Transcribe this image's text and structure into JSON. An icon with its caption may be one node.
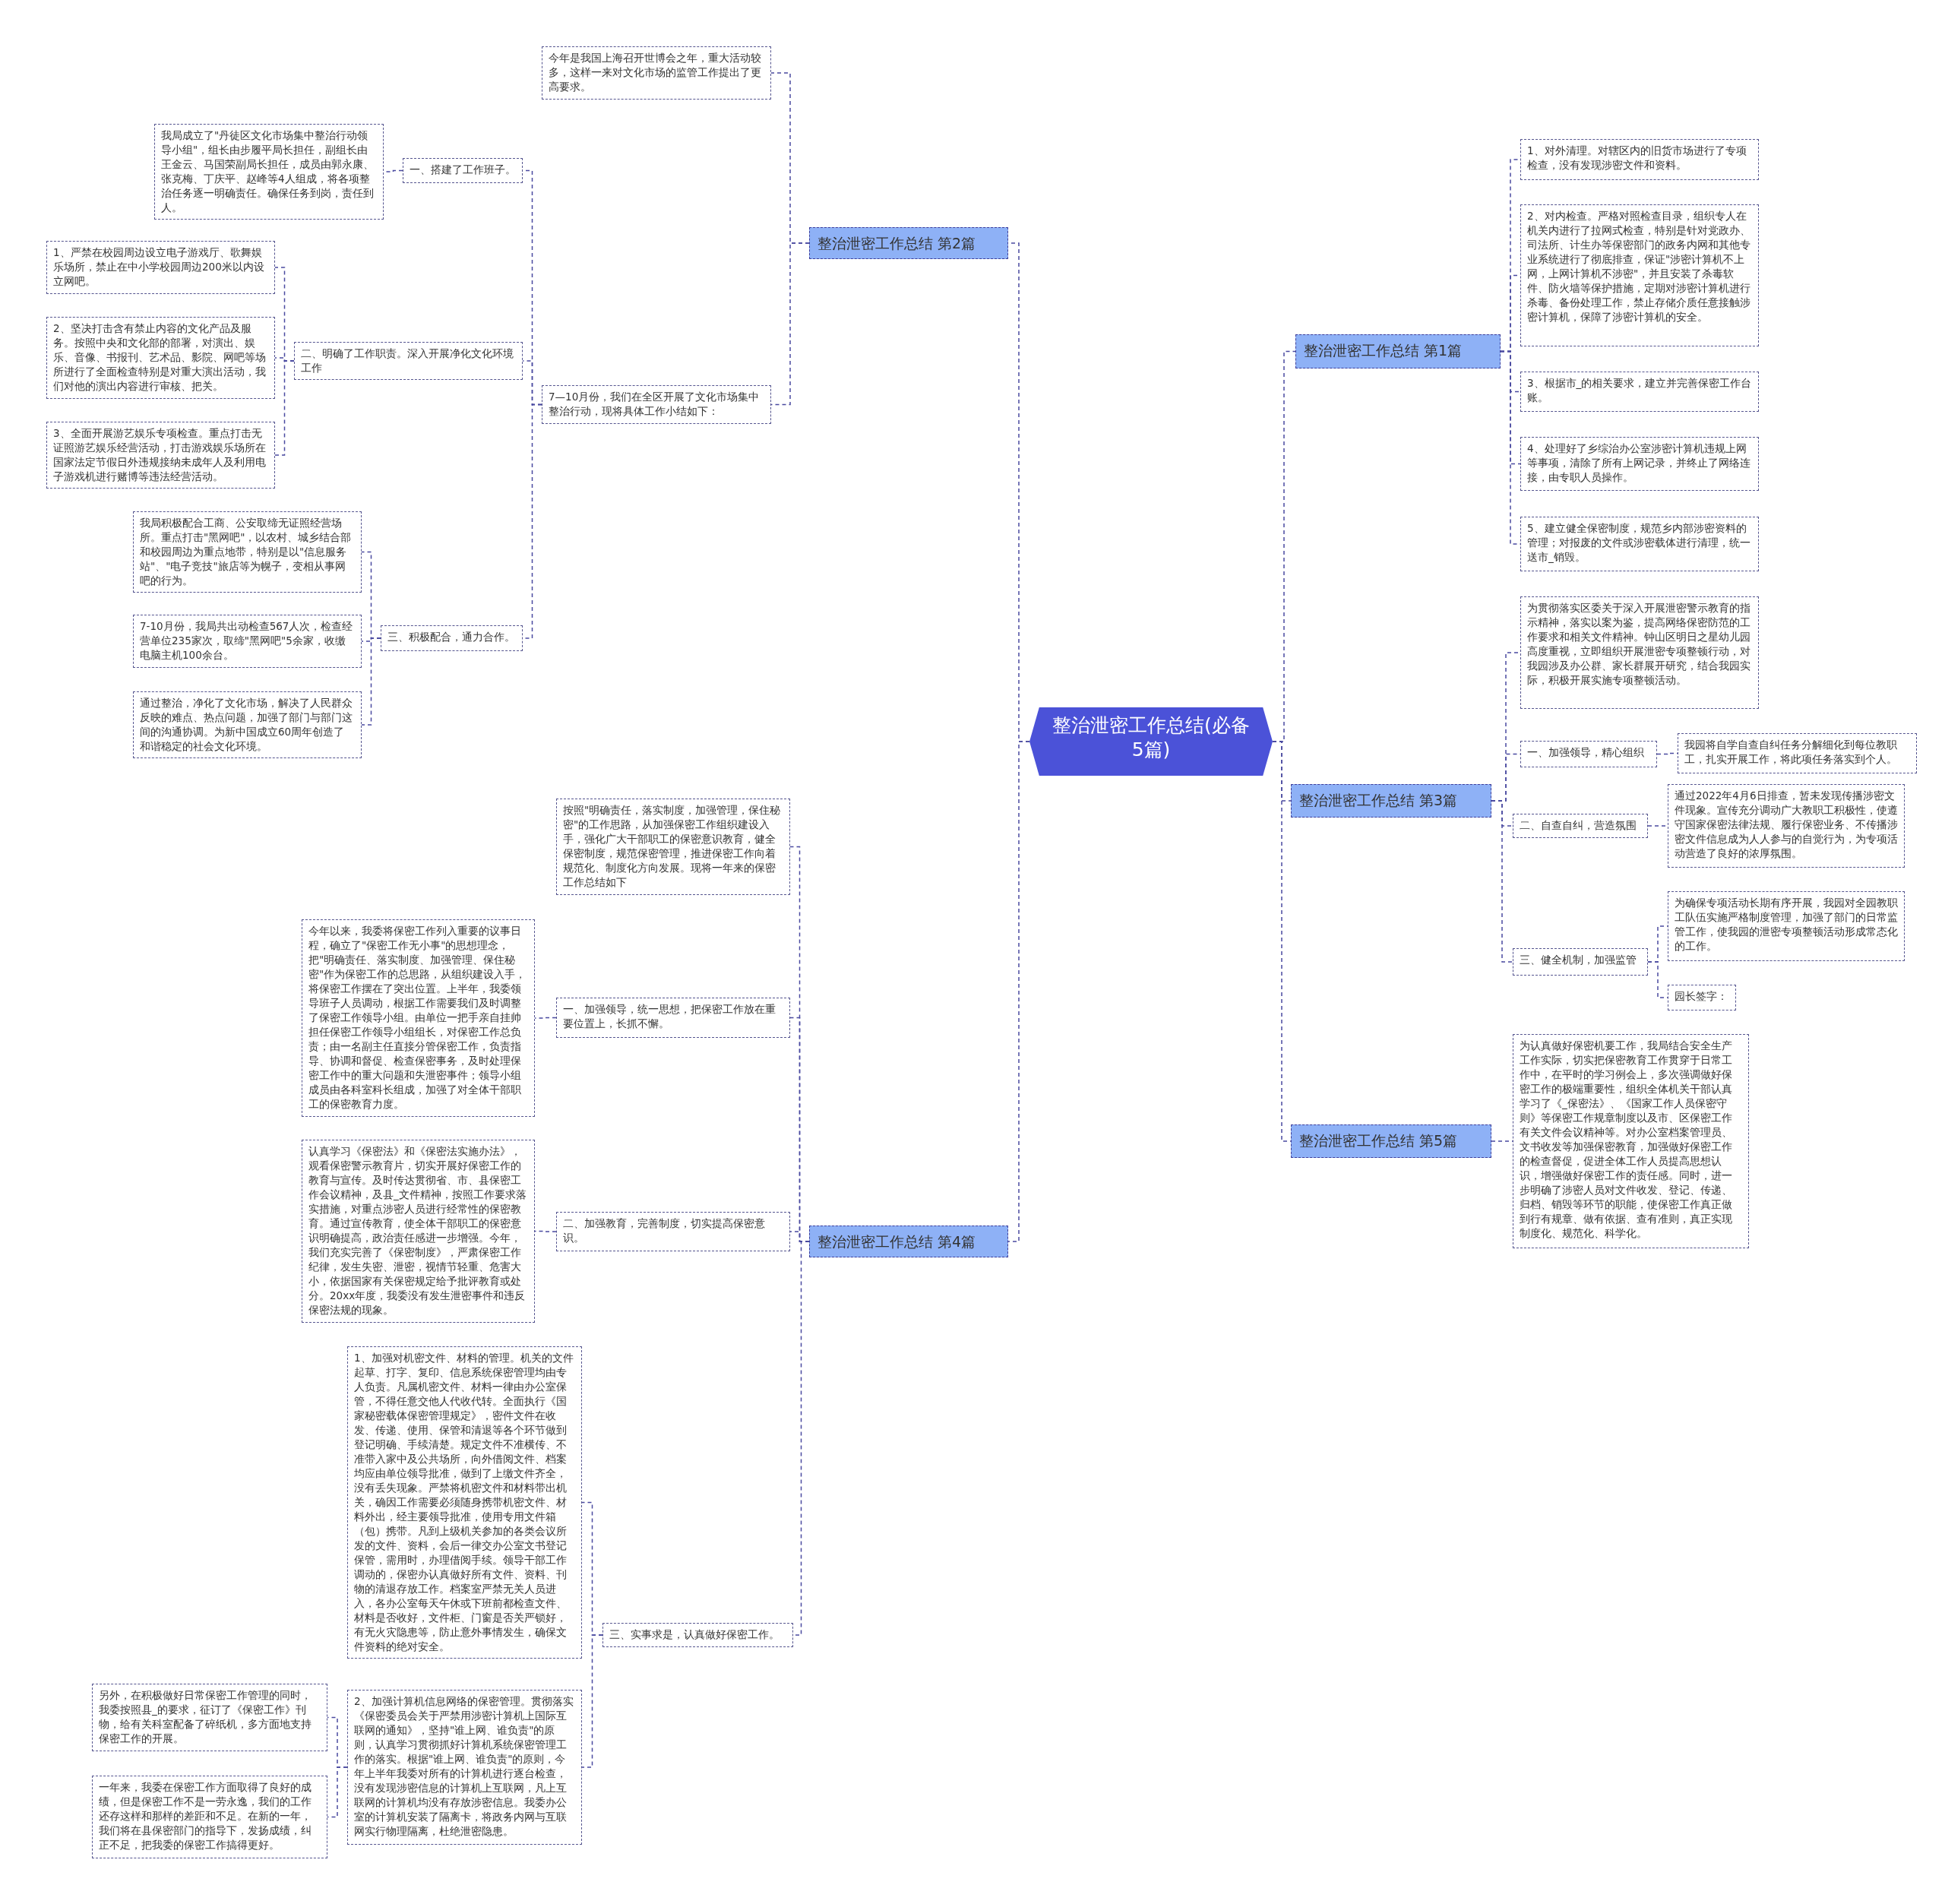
{
  "diagram": {
    "nodes": [
      {
        "text": [
          "整治泄密工作总结(必备5篇)"
        ]
      },
      {
        "text": [
          "整治泄密工作总结 第2篇"
        ]
      },
      {
        "text": [
          "今年是我国上海召开世博会之年，重大活动较多，这样一来对文化市场的监管工作提出了更高要求。"
        ]
      },
      {
        "text": [
          "7—10月份，我们在全区开展了文化市场集中整治行动，现将具体工作小结如下："
        ]
      },
      {
        "text": [
          "一、搭建了工作班子。"
        ]
      },
      {
        "text": [
          "我局成立了\"丹徒区文化市场集中整治行动领导小组\"，组长由步履平局长担任，副组长由王金云、马国荣副局长担任，成员由郭永康、张克梅、丁庆平、赵峰等4人组成，将各项整治任务逐一明确责任。确保任务到岗，责任到人。"
        ]
      },
      {
        "text": [
          "二、明确了工作职责。深入开展净化文化环境工作"
        ]
      },
      {
        "text": [
          "1、严禁在校园周边设立电子游戏厅、歌舞娱乐场所，禁止在中小学校园周边200米以内设立网吧。"
        ]
      },
      {
        "text": [
          "2、坚决打击含有禁止内容的文化产品及服务。按照中央和文化部的部署，对演出、娱乐、音像、书报刊、艺术品、影院、网吧等场所进行了全面检查特别是对重大演出活动，我们对他的演出内容进行审核、把关。"
        ]
      },
      {
        "text": [
          "3、全面开展游艺娱乐专项检查。重点打击无证照游艺娱乐经营活动，打击游戏娱乐场所在国家法定节假日外违规接纳未成年人及利用电子游戏机进行赌博等违法经营活动。"
        ]
      },
      {
        "text": [
          "三、积极配合，通力合作。"
        ]
      },
      {
        "text": [
          "我局积极配合工商、公安取缔无证照经营场所。重点打击\"黑网吧\"，以农村、城乡结合部和校园周边为重点地带，特别是以\"信息服务站\"、\"电子竞技\"旅店等为幌子，变相从事网吧的行为。"
        ]
      },
      {
        "text": [
          "7-10月份，我局共出动检查567人次，检查经营单位235家次，取缔\"黑网吧\"5余家，收缴电脑主机100余台。"
        ]
      },
      {
        "text": [
          "通过整治，净化了文化市场，解决了人民群众反映的难点、热点问题，加强了部门与部门这间的沟通协调。为新中国成立60周年创造了和谐稳定的社会文化环境。"
        ]
      },
      {
        "text": [
          "整治泄密工作总结 第4篇"
        ]
      },
      {
        "text": [
          "按照\"明确责任，落实制度，加强管理，保住秘密\"的工作思路，从加强保密工作组织建设入手，强化广大干部职工的保密意识教育，健全保密制度，规范保密管理，推进保密工作向着规范化、制度化方向发展。现将一年来的保密工作总结如下"
        ]
      },
      {
        "text": [
          "一、加强领导，统一思想，把保密工作放在重要位置上，长抓不懈。"
        ]
      },
      {
        "text": [
          "今年以来，我委将保密工作列入重要的议事日程，确立了\"保密工作无小事\"的思想理念，把\"明确责任、落实制度、加强管理、保住秘密\"作为保密工作的总思路，从组织建设入手，将保密工作摆在了突出位置。上半年，我委领导班子人员调动，根据工作需要我们及时调整了保密工作领导小组。由单位一把手亲自挂帅担任保密工作领导小组组长，对保密工作总负责；由一名副主任直接分管保密工作，负责指导、协调和督促、检查保密事务，及时处理保密工作中的重大问题和失泄密事件；领导小组成员由各科室科长组成，加强了对全体干部职工的保密教育力度。"
        ]
      },
      {
        "text": [
          "二、加强教育，完善制度，切实提高保密意识。"
        ]
      },
      {
        "text": [
          "认真学习《保密法》和《保密法实施办法》，观看保密警示教育片，切实开展好保密工作的教育与宣传。及时传达贯彻省、市、县保密工作会议精神，及县_文件精神，按照工作要求落实措施，对重点涉密人员进行经常性的保密教育。通过宣传教育，使全体干部职工的保密意识明确提高，政治责任感进一步增强。今年，我们充实完善了《保密制度》，严肃保密工作纪律，发生失密、泄密，视情节轻重、危害大小，依据国家有关保密规定给予批评教育或处分。20xx年度，我委没有发生泄密事件和违反保密法规的现象。"
        ]
      },
      {
        "text": [
          "三、实事求是，认真做好保密工作。"
        ]
      },
      {
        "text": [
          "1、加强对机密文件、材料的管理。机关的文件起草、打字、复印、信息系统保密管理均由专人负责。凡属机密文件、材料一律由办公室保管，不得任意交他人代收代转。全面执行《国家秘密载体保密管理规定》，密件文件在收发、传递、使用、保管和清退等各个环节做到登记明确、手续清楚。规定文件不准横传、不准带入家中及公共场所，向外借阅文件、档案均应由单位领导批准，做到了上缴文件齐全，没有丢失现象。严禁将机密文件和材料带出机关，确因工作需要必须随身携带机密文件、材料外出，经主要领导批准，使用专用文件箱（包）携带。凡到上级机关参加的各类会议所发的文件、资料，会后一律交办公室文书登记保管，需用时，办理借阅手续。领导干部工作调动的，保密办认真做好所有文件、资料、刊物的清退存放工作。档案室严禁无关人员进入，各办公室每天午休或下班前都检查文件、材料是否收好，文件柜、门窗是否关严锁好，有无火灾隐患等，防止意外事情发生，确保文件资料的绝对安全。"
        ]
      },
      {
        "text": [
          "2、加强计算机信息网络的保密管理。贯彻落实《保密委员会关于严禁用涉密计算机上国际互联网的通知》，坚持\"谁上网、谁负责\"的原则，认真学习贯彻抓好计算机系统保密管理工作的落实。根据\"谁上网、谁负责\"的原则，今年上半年我委对所有的计算机进行逐台检查，没有发现涉密信息的计算机上互联网，凡上互联网的计算机均没有存放涉密信息。我委办公室的计算机安装了隔离卡，将政务内网与互联网实行物理隔离，杜绝泄密隐患。"
        ]
      },
      {
        "text": [
          "另外，在积极做好日常保密工作管理的同时，我委按照县_的要求，征订了《保密工作》刊物，给有关科室配备了碎纸机，多方面地支持保密工作的开展。"
        ]
      },
      {
        "text": [
          "一年来，我委在保密工作方面取得了良好的成绩，但是保密工作不是一劳永逸，我们的工作还存这样和那样的差距和不足。在新的一年，我们将在县保密部门的指导下，发扬成绩，纠正不足，把我委的保密工作搞得更好。"
        ]
      },
      {
        "text": [
          "整治泄密工作总结 第1篇"
        ]
      },
      {
        "text": [
          "1、对外清理。对辖区内的旧货市场进行了专项检查，没有发现涉密文件和资料。"
        ]
      },
      {
        "text": [
          "2、对内检查。严格对照检查目录，组织专人在机关内进行了拉网式检查，特别是针对党政办、司法所、计生办等保密部门的政务内网和其他专业系统进行了彻底排查，保证\"涉密计算机不上网，上网计算机不涉密\"，并且安装了杀毒软件、防火墙等保护措施，定期对涉密计算机进行杀毒、备份处理工作，禁止存储介质任意接触涉密计算机，保障了涉密计算机的安全。"
        ]
      },
      {
        "text": [
          "3、根据市_的相关要求，建立并完善保密工作台账。"
        ]
      },
      {
        "text": [
          "4、处理好了乡综治办公室涉密计算机违规上网等事项，清除了所有上网记录，并终止了网络连接，由专职人员操作。"
        ]
      },
      {
        "text": [
          "5、建立健全保密制度，规范乡内部涉密资料的管理；对报废的文件或涉密载体进行清理，统一送市_销毁。"
        ]
      },
      {
        "text": [
          "整治泄密工作总结 第3篇"
        ]
      },
      {
        "text": [
          "为贯彻落实区委关于深入开展泄密警示教育的指示精神，落实以案为鉴，提高网络保密防范的工作要求和相关文件精神。钟山区明日之星幼儿园高度重视，立即组织开展泄密专项整顿行动，对我园涉及办公群、家长群展开研究，结合我园实际，积极开展实施专项整顿活动。"
        ]
      },
      {
        "text": [
          "一、加强领导，精心组织"
        ]
      },
      {
        "text": [
          "我园将自学自查自纠任务分解细化到每位教职工，扎实开展工作，将此项任务落实到个人。"
        ]
      },
      {
        "text": [
          "二、自查自纠，营造氛围"
        ]
      },
      {
        "text": [
          "通过2022年4月6日排查，暂未发现传播涉密文件现象。宣传充分调动广大教职工积极性，使遵守国家保密法律法规、履行保密业务、不传播涉密文件信息成为人人参与的自觉行为，为专项活动营造了良好的浓厚氛围。"
        ]
      },
      {
        "text": [
          "三、健全机制，加强监管"
        ]
      },
      {
        "text": [
          "为确保专项活动长期有序开展，我园对全园教职工队伍实施严格制度管理，加强了部门的日常监管工作，使我园的泄密专项整顿活动形成常态化的工作。"
        ]
      },
      {
        "text": [
          "园长签字："
        ]
      },
      {
        "text": [
          "整治泄密工作总结 第5篇"
        ]
      },
      {
        "text": [
          "为认真做好保密机要工作，我局结合安全生产工作实际，切实把保密教育工作贯穿于日常工作中，在平时的学习例会上，多次强调做好保密工作的极端重要性，组织全体机关干部认真学习了《_保密法》、《国家工作人员保密守则》等保密工作规章制度以及市、区保密工作有关文件会议精神等。对办公室档案管理员、文书收发等加强保密教育，加强做好保密工作的检查督促，促进全体工作人员提高思想认识，增强做好保密工作的责任感。同时，进一步明确了涉密人员对文件收发、登记、传递、归档、销毁等环节的职能，使保密工作真正做到行有规章、做有依据、查有准则，真正实现制度化、规范化、科学化。"
        ]
      }
    ],
    "edges": [
      {
        "from": 0,
        "to": 1,
        "arrow": "none"
      },
      {
        "from": 0,
        "to": 14,
        "arrow": "none"
      },
      {
        "from": 0,
        "to": 25,
        "arrow": "none"
      },
      {
        "from": 0,
        "to": 31,
        "arrow": "none"
      },
      {
        "from": 0,
        "to": 40,
        "arrow": "none"
      },
      {
        "from": 1,
        "to": 2,
        "arrow": "none"
      },
      {
        "from": 1,
        "to": 3,
        "arrow": "none"
      },
      {
        "from": 3,
        "to": 4,
        "arrow": "none"
      },
      {
        "from": 3,
        "to": 6,
        "arrow": "none"
      },
      {
        "from": 3,
        "to": 10,
        "arrow": "none"
      },
      {
        "from": 4,
        "to": 5,
        "arrow": "none"
      },
      {
        "from": 6,
        "to": 7,
        "arrow": "none"
      },
      {
        "from": 6,
        "to": 8,
        "arrow": "none"
      },
      {
        "from": 6,
        "to": 9,
        "arrow": "none"
      },
      {
        "from": 10,
        "to": 11,
        "arrow": "none"
      },
      {
        "from": 10,
        "to": 12,
        "arrow": "none"
      },
      {
        "from": 10,
        "to": 13,
        "arrow": "none"
      },
      {
        "from": 14,
        "to": 15,
        "arrow": "none"
      },
      {
        "from": 14,
        "to": 16,
        "arrow": "none"
      },
      {
        "from": 14,
        "to": 18,
        "arrow": "none"
      },
      {
        "from": 14,
        "to": 20,
        "arrow": "none"
      },
      {
        "from": 16,
        "to": 17,
        "arrow": "none"
      },
      {
        "from": 18,
        "to": 19,
        "arrow": "none"
      },
      {
        "from": 20,
        "to": 21,
        "arrow": "none"
      },
      {
        "from": 20,
        "to": 22,
        "arrow": "none"
      },
      {
        "from": 22,
        "to": 23,
        "arrow": "none"
      },
      {
        "from": 22,
        "to": 24,
        "arrow": "none"
      },
      {
        "from": 25,
        "to": 26,
        "arrow": "none"
      },
      {
        "from": 25,
        "to": 27,
        "arrow": "none"
      },
      {
        "from": 25,
        "to": 28,
        "arrow": "none"
      },
      {
        "from": 25,
        "to": 29,
        "arrow": "none"
      },
      {
        "from": 25,
        "to": 30,
        "arrow": "none"
      },
      {
        "from": 31,
        "to": 32,
        "arrow": "none"
      },
      {
        "from": 31,
        "to": 33,
        "arrow": "none"
      },
      {
        "from": 31,
        "to": 35,
        "arrow": "none"
      },
      {
        "from": 31,
        "to": 37,
        "arrow": "none"
      },
      {
        "from": 33,
        "to": 34,
        "arrow": "none"
      },
      {
        "from": 35,
        "to": 36,
        "arrow": "none"
      },
      {
        "from": 37,
        "to": 38,
        "arrow": "none"
      },
      {
        "from": 37,
        "to": 39,
        "arrow": "none"
      },
      {
        "from": 40,
        "to": 41,
        "arrow": "none"
      }
    ]
  }
}
